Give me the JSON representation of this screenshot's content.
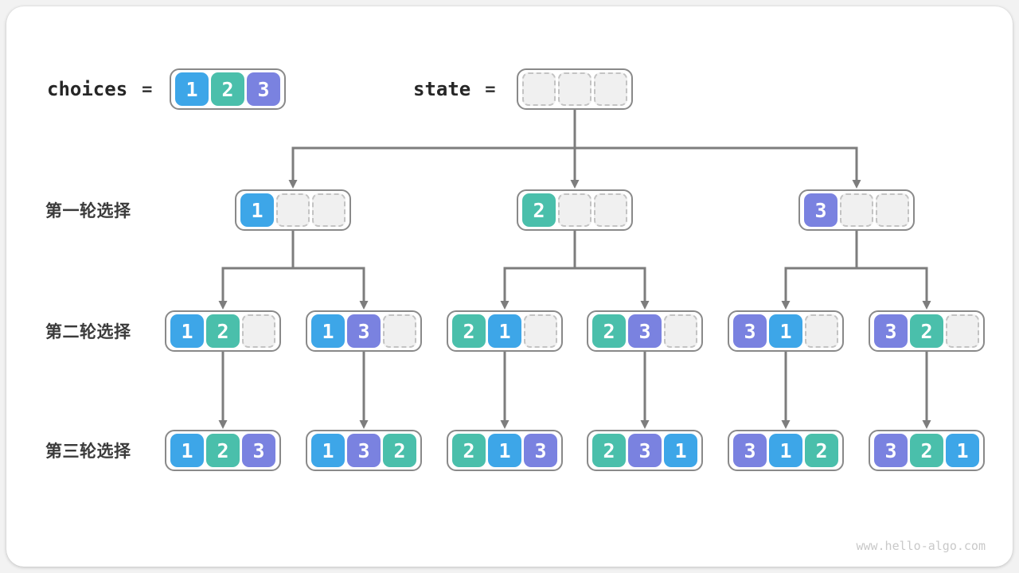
{
  "colors": {
    "cell_1": "#3da6e8",
    "cell_2": "#4abfab",
    "cell_3": "#7a82e0",
    "empty_fill": "#f0f0f0",
    "box_border": "#898989",
    "arrow": "#7d7d7d"
  },
  "header": {
    "choices_label": "choices",
    "choices_eq": "=",
    "choices_cells": [
      "1",
      "2",
      "3"
    ],
    "state_label": "state",
    "state_eq": "=",
    "state_cells": [
      "",
      "",
      ""
    ]
  },
  "rounds": [
    {
      "label": "第一轮选择",
      "boxes": [
        [
          "1",
          "",
          ""
        ],
        [
          "2",
          "",
          ""
        ],
        [
          "3",
          "",
          ""
        ]
      ]
    },
    {
      "label": "第二轮选择",
      "boxes": [
        [
          "1",
          "2",
          ""
        ],
        [
          "1",
          "3",
          ""
        ],
        [
          "2",
          "1",
          ""
        ],
        [
          "2",
          "3",
          ""
        ],
        [
          "3",
          "1",
          ""
        ],
        [
          "3",
          "2",
          ""
        ]
      ]
    },
    {
      "label": "第三轮选择",
      "boxes": [
        [
          "1",
          "2",
          "3"
        ],
        [
          "1",
          "3",
          "2"
        ],
        [
          "2",
          "1",
          "3"
        ],
        [
          "2",
          "3",
          "1"
        ],
        [
          "3",
          "1",
          "2"
        ],
        [
          "3",
          "2",
          "1"
        ]
      ]
    }
  ],
  "footer": {
    "watermark": "www.hello-algo.com"
  }
}
